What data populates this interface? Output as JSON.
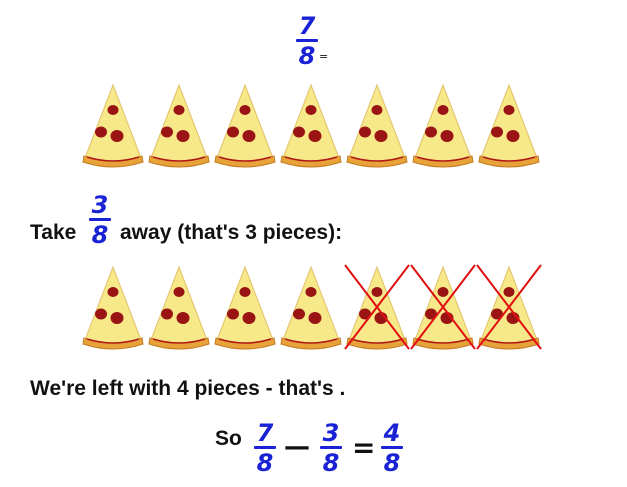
{
  "top": {
    "fraction": {
      "numerator": "7",
      "denominator": "8"
    },
    "equals": "="
  },
  "pizza_rows": [
    {
      "count": 7,
      "crossed_out": 0
    },
    {
      "count": 7,
      "crossed_out": 3
    }
  ],
  "take_line": {
    "prefix": "Take",
    "fraction": {
      "numerator": "3",
      "denominator": "8"
    },
    "suffix": "away (that's 3 pieces):"
  },
  "left_line": {
    "text": "We're left with 4 pieces - that's ."
  },
  "equation": {
    "prefix": "So",
    "a": {
      "numerator": "7",
      "denominator": "8"
    },
    "minus": "—",
    "b": {
      "numerator": "3",
      "denominator": "8"
    },
    "equals": "=",
    "result": {
      "numerator": "4",
      "denominator": "8"
    }
  },
  "colors": {
    "fraction_ink": "#1a22d6",
    "text": "#111111",
    "cross": "#e01010",
    "crust": "#e8a23a",
    "cheese": "#f7e98a",
    "pepperoni": "#9a1414",
    "sauce_line": "#b01818"
  },
  "icons": {
    "pizza_slice": "pizza-slice-icon",
    "cross_mark": "cross-out-icon"
  }
}
